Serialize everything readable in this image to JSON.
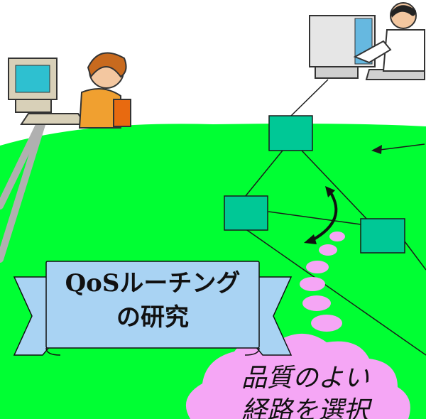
{
  "banner": {
    "line1": "QoSルーチング",
    "line2": "の研究"
  },
  "cloud": {
    "line1": "品質のよい",
    "line2": "経路を選択"
  },
  "colors": {
    "field": "#00ff33",
    "router": "#00c896",
    "banner": "#a9d3f3",
    "cloud": "#f5a6f5",
    "dot": "#f5a6f5",
    "link": "#1b1b1b",
    "cable": "#b0b0b0"
  },
  "icons": [
    "user-at-computer-icon",
    "person-at-workstation-icon",
    "router-node-icon"
  ]
}
